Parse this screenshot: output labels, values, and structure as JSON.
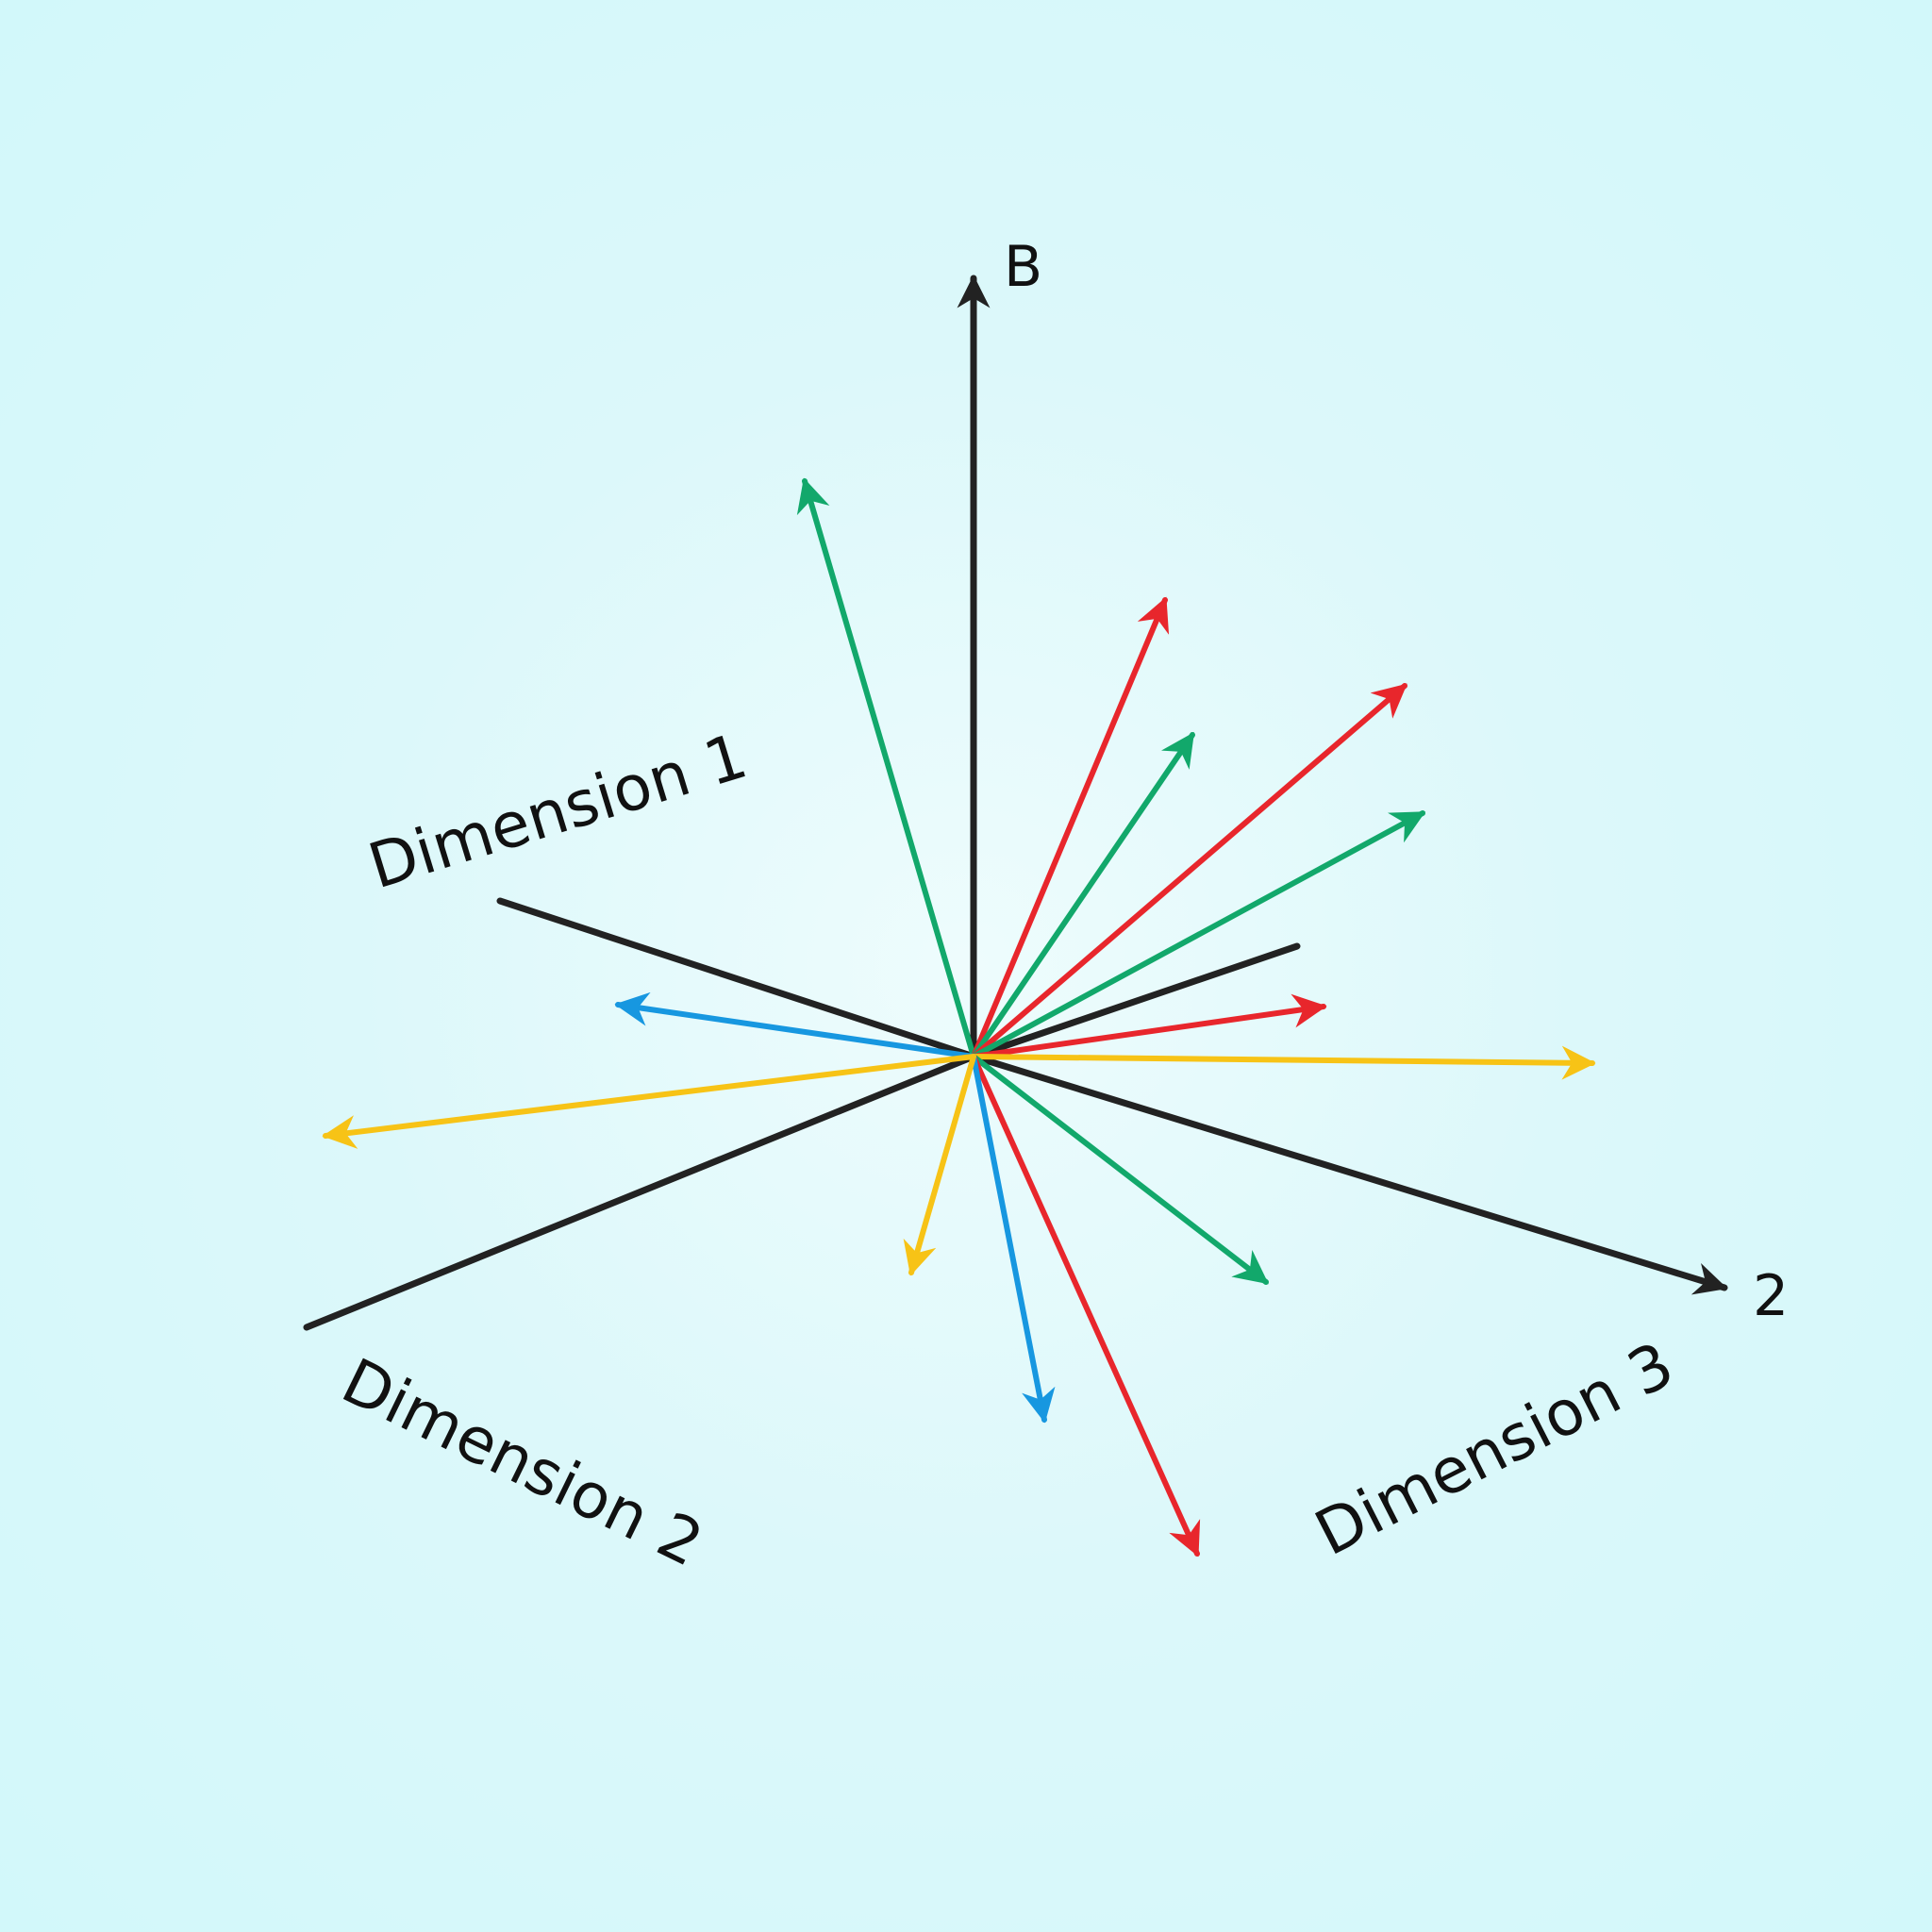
{
  "labels": {
    "axis_b": "B",
    "axis_2": "2",
    "dimension_1": "Dimension 1",
    "dimension_2": "Dimension 2",
    "dimension_3": "Dimension 3"
  },
  "colors": {
    "background": "#d2f8fa",
    "axis": "#222222",
    "green": "#12a86b",
    "red": "#e8262c",
    "blue": "#1797e0",
    "yellow": "#f7c316",
    "text": "#111111"
  },
  "vector_colors": [
    "green",
    "red",
    "green",
    "red",
    "green",
    "red",
    "yellow",
    "green",
    "red",
    "blue",
    "yellow",
    "blue",
    "yellow"
  ]
}
